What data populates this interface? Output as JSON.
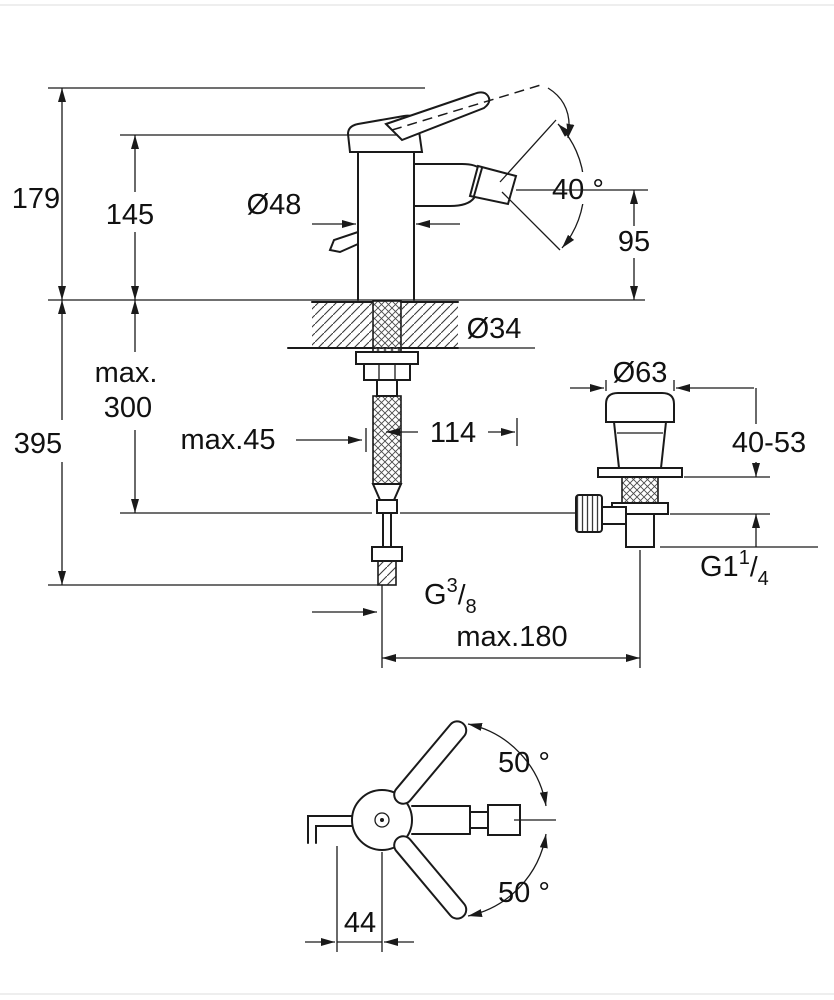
{
  "colors": {
    "line": "#1a1a1a",
    "background": "#ffffff"
  },
  "side_view": {
    "total_height": "179",
    "spout_height_above_deck": "145",
    "body_diameter": "Ø48",
    "aerator_angle": "40 °",
    "outlet_height": "95",
    "max_depth_word": "max.",
    "max_depth_value": "300",
    "overall_depth": "395",
    "deck_hole_diameter": "Ø34",
    "max_deck_thickness_label": "max.45",
    "rod_offset": "114"
  },
  "waste_valve": {
    "flange_diameter": "Ø63",
    "clamping_range": "40-53",
    "thread_base": "G1",
    "thread_numerator": "1",
    "thread_slash": "/",
    "thread_denominator": "4"
  },
  "supply": {
    "thread_base": "G",
    "thread_numerator": "3",
    "thread_slash": "/",
    "thread_denominator": "8",
    "max_center_distance": "max.180"
  },
  "top_view": {
    "swivel_angle_up": "50 °",
    "swivel_angle_down": "50 °",
    "lever_center_distance": "44"
  }
}
